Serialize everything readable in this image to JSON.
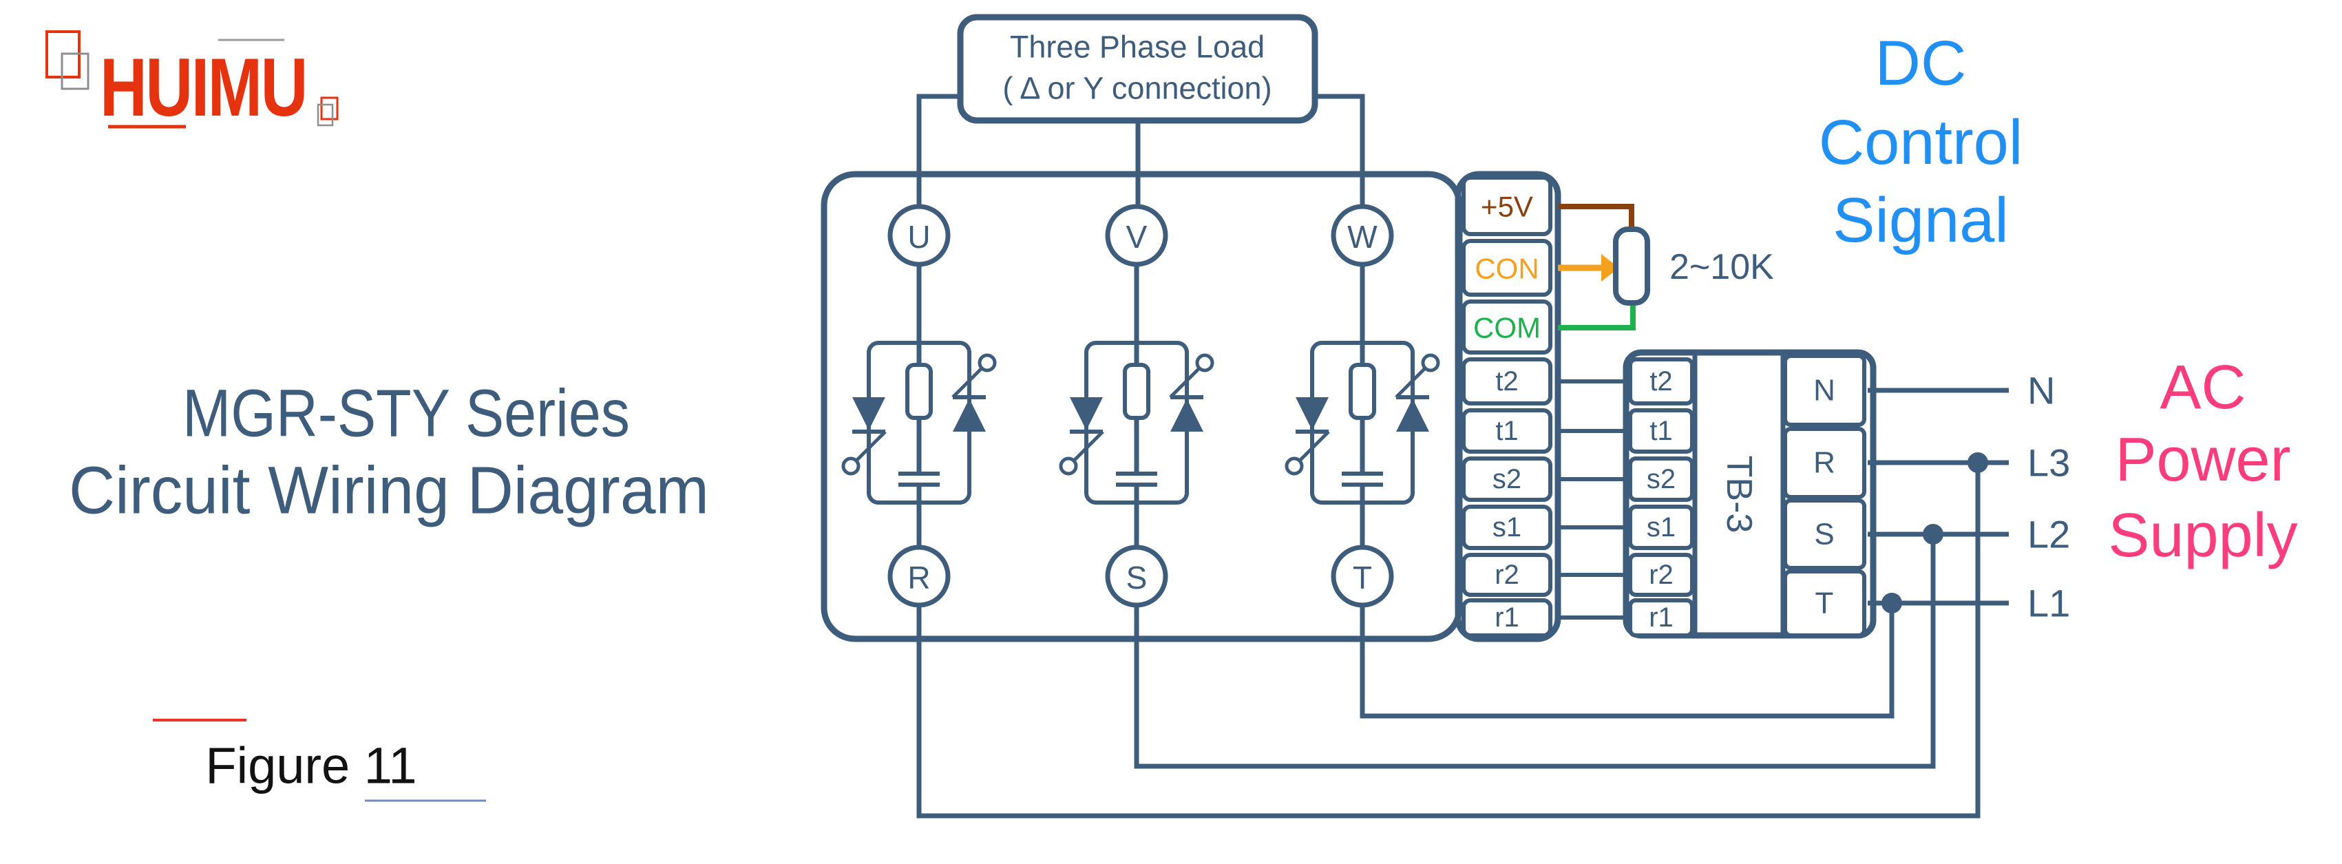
{
  "logo": {
    "text": "HUIMU"
  },
  "title": {
    "line1": "MGR-STY Series",
    "line2": "Circuit Wiring Diagram"
  },
  "figure": {
    "label": "Figure 11"
  },
  "load_box": {
    "line1": "Three Phase Load",
    "line2": "( Δ or Y connection)"
  },
  "ssr": {
    "top_terminals": [
      "U",
      "V",
      "W"
    ],
    "bottom_terminals": [
      "R",
      "S",
      "T"
    ],
    "control_terminals": [
      {
        "label": "+5V",
        "color": "#8a4110"
      },
      {
        "label": "CON",
        "color": "#f5a120"
      },
      {
        "label": "COM",
        "color": "#1db24e"
      }
    ],
    "signal_terminals": [
      "t2",
      "t1",
      "s2",
      "s1",
      "r2",
      "r1"
    ]
  },
  "pot": {
    "label": "2~10K"
  },
  "tb3": {
    "label": "TB-3",
    "left_terminals": [
      "t2",
      "t1",
      "s2",
      "s1",
      "r2",
      "r1"
    ],
    "right_terminals": [
      "N",
      "R",
      "S",
      "T"
    ]
  },
  "ac_lines": [
    "N",
    "L3",
    "L2",
    "L1"
  ],
  "annotations": {
    "dc": [
      "DC",
      "Control",
      "Signal"
    ],
    "ac": [
      "AC",
      "Power",
      "Supply"
    ]
  },
  "colors": {
    "wire": "#3e5c7c",
    "logo_red": "#e6330f",
    "logo_gray": "#8e8e8e",
    "plus5v_brown": "#8a4110",
    "con_orange": "#f5a120",
    "com_green": "#1db24e",
    "dc_blue": "#2090f5",
    "ac_pink": "#fb3d7c",
    "figure_black": "#121212",
    "figure_red_line": "#ee3124",
    "figure_blue_line": "#7389c4"
  }
}
